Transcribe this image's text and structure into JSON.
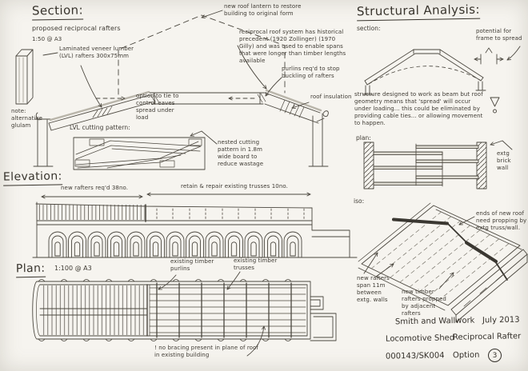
{
  "section": {
    "title": "Section:",
    "subtitle": "proposed reciprocal rafters",
    "scale": "1:50 @ A3",
    "lvl_note": "Laminated veneer lumber (LVL) rafters 300x75mm",
    "lantern_note": "new roof lantern to restore building to original form",
    "precedent_note": "reciprocal roof system has historical precedent (1920 Zollinger) (1970 Gilly) and was used to enable spans that were longer than timber lengths available",
    "purlin_note": "purlins req'd to stop buckling of rafters",
    "insulation_note": "roof insulation",
    "tie_note": "option to tie to control eaves spread under load",
    "glulam_note": "note: alternative glulam",
    "cutting_title": "LVL cutting pattern:",
    "nested_note": "nested cutting pattern in 1.8m wide board to reduce wastage"
  },
  "elevation": {
    "title": "Elevation:",
    "new_dim": "new rafters req'd 38no.",
    "existing_dim": "retain & repair existing trusses 10no."
  },
  "plan": {
    "title": "Plan:",
    "scale": "1:100 @ A3",
    "purlins_label": "existing timber purlins",
    "trusses_label": "existing timber trusses",
    "bracing_note": "!  no bracing present in plane of roof in existing building"
  },
  "analysis": {
    "title": "Structural Analysis:",
    "section_label": "section:",
    "spread_note": "potential for frame to spread",
    "behaviour_note": "structure designed to work as beam but roof geometry means that 'spread' will occur under loading... this could be eliminated by providing cable ties... or allowing movement to happen.",
    "plan_label": "plan:",
    "wall_label": "extg brick wall",
    "iso_label": "iso:",
    "propping_note": "ends of new roof need propping by extg truss/wall.",
    "span_note": "new rafters span 11m between extg. walls",
    "propped_note": "new timber rafters propped by adjacent rafters"
  },
  "titleblock": {
    "firm": "Smith and Wallwork",
    "date": "July 2013",
    "project": "Locomotive Shed",
    "drawing": "Reciprocal Rafter",
    "number": "000143/SK004",
    "option_label": "Option",
    "option_value": "3"
  }
}
